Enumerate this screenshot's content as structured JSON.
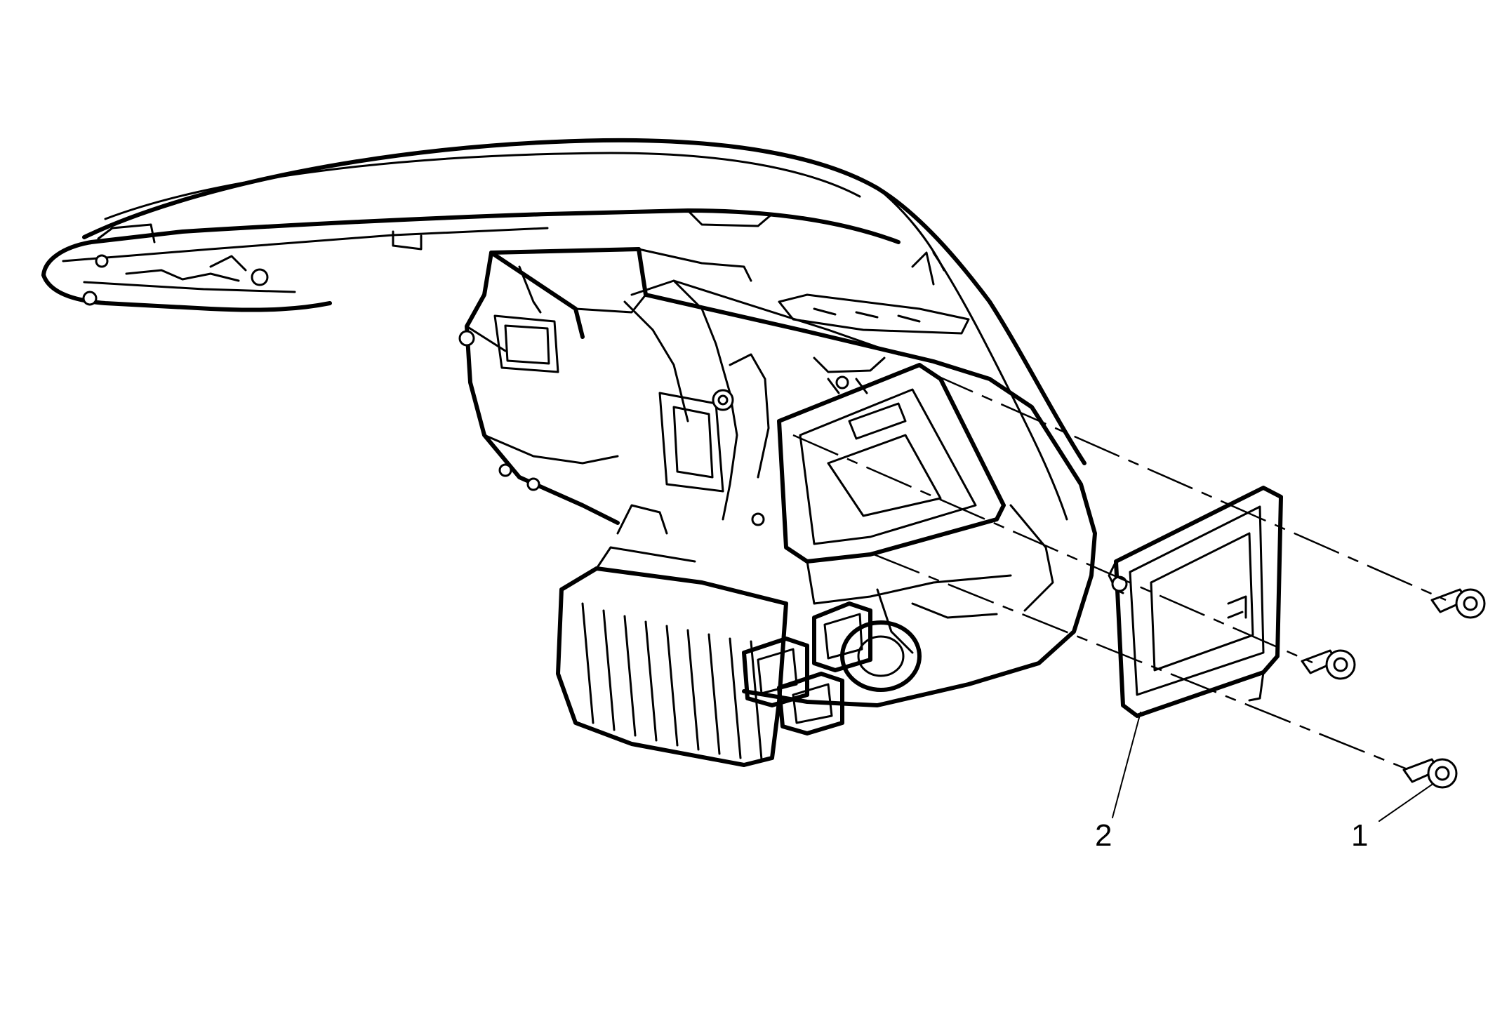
{
  "callouts": [
    {
      "id": "fastener",
      "number": "1"
    },
    {
      "id": "cover",
      "number": "2"
    }
  ]
}
